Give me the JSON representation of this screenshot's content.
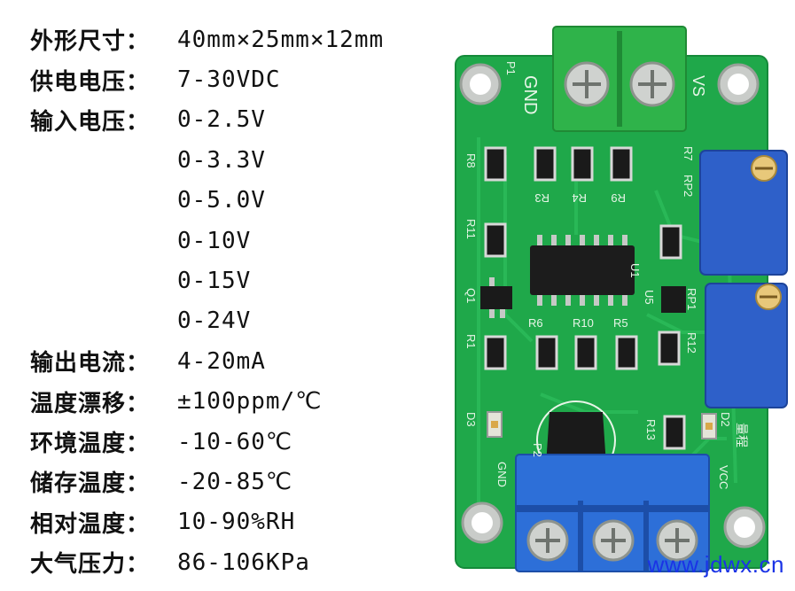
{
  "specs": [
    {
      "label": "外形尺寸：",
      "value": "40mm×25mm×12mm"
    },
    {
      "label": "供电电压：",
      "value": "7-30VDC"
    },
    {
      "label": "输入电压：",
      "value": "0-2.5V"
    },
    {
      "label": "",
      "value": "0-3.3V"
    },
    {
      "label": "",
      "value": "0-5.0V"
    },
    {
      "label": "",
      "value": "0-10V"
    },
    {
      "label": "",
      "value": "0-15V"
    },
    {
      "label": "",
      "value": "0-24V"
    },
    {
      "label": "输出电流：",
      "value": "4-20mA"
    },
    {
      "label": "温度漂移：",
      "value": "±100ppm/℃"
    },
    {
      "label": "环境温度：",
      "value": "-10-60℃"
    },
    {
      "label": "储存温度：",
      "value": "-20-85℃"
    },
    {
      "label": "相对温度：",
      "value": "10-90%RH"
    },
    {
      "label": "大气压力：",
      "value": "86-106KPa"
    }
  ],
  "board": {
    "labels": {
      "p1": "P1",
      "gnd_top": "GND",
      "vs": "VS",
      "r8": "R8",
      "r11": "R11",
      "r1": "R1",
      "q1": "Q1",
      "d3": "D3",
      "r3": "R3",
      "r4": "R4",
      "r9": "R9",
      "r7": "R7",
      "rp2": "RP2",
      "r6": "R6",
      "r10": "R10",
      "r5": "R5",
      "u1": "U1",
      "u5": "U5",
      "rp1": "RP1",
      "r12": "R12",
      "r13": "R13",
      "d2": "D2",
      "p2": "P2",
      "gnd_bottom": "GND",
      "vcc": "VCC",
      "range": "量程"
    },
    "colors": {
      "pcb": "#1fa84a",
      "terminal_green": "#2fb34a",
      "terminal_blue": "#2d6fd8",
      "pot_blue": "#2e60c9"
    }
  },
  "watermark": "www.jdwx.cn"
}
